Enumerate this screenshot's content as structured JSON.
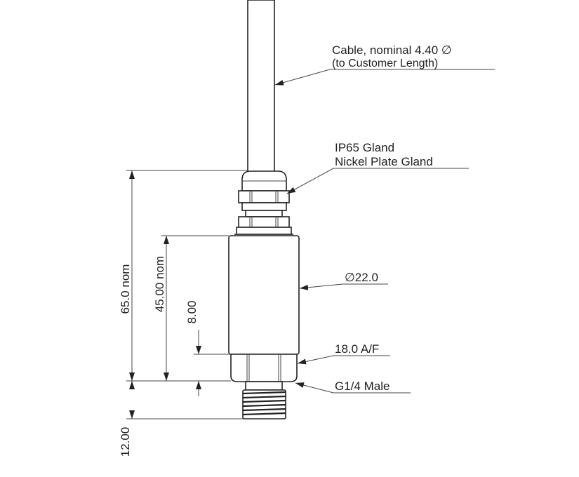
{
  "callouts": {
    "cable_line1": "Cable, nominal 4.40 ∅",
    "cable_line2": "(to Customer Length)",
    "gland_line1": "IP65 Gland",
    "gland_line2": "Nickel Plate Gland",
    "diameter": "∅22.0",
    "hex": "18.0 A/F",
    "thread": "G1/4 Male"
  },
  "dimensions": {
    "overall": "65.0 nom",
    "body": "45.00 nom",
    "hex_height": "8.00",
    "thread_length": "12.00"
  }
}
